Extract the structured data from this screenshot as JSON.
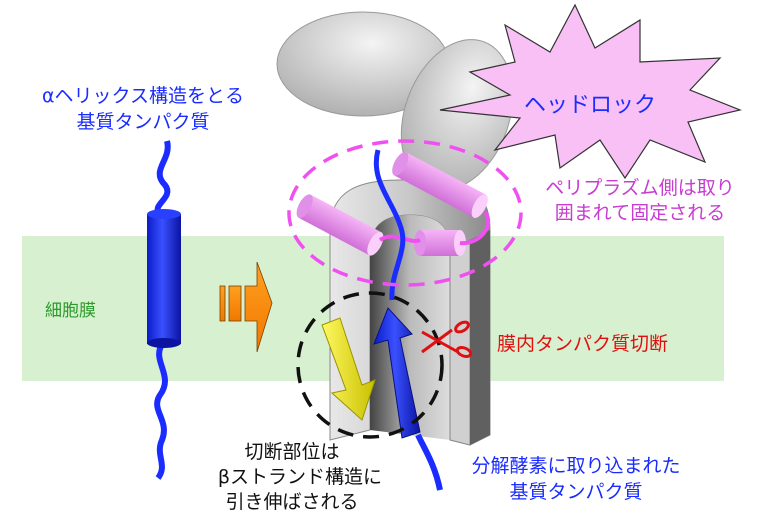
{
  "labels": {
    "alpha_substrate": [
      "αヘリックス構造をとる",
      "基質タンパク質"
    ],
    "headlock": "ヘッドロック",
    "periplasm": [
      "ペリプラズム側は取り",
      "囲まれて固定される"
    ],
    "membrane": "細胞膜",
    "intramembrane_cleavage": "膜内タンパク質切断",
    "cleavage_site": [
      "切断部位は",
      "βストランド構造に",
      "引き伸ばされる"
    ],
    "captured_substrate": [
      "分解酵素に取り込まれた",
      "基質タンパク質"
    ]
  },
  "colors": {
    "membrane": "#d7f1d0",
    "substrate": "#1a2cff",
    "helix_pink": "#f08ef0",
    "dashed_pink": "#f050f0",
    "arrow_orange": "#ff8c00",
    "arrow_yellow": "#f2ea20",
    "scissors": "#e01010",
    "text_blue": "#1a2cff",
    "text_magenta": "#c83cd2",
    "text_green": "#2a9a2a",
    "text_red": "#e01010"
  }
}
